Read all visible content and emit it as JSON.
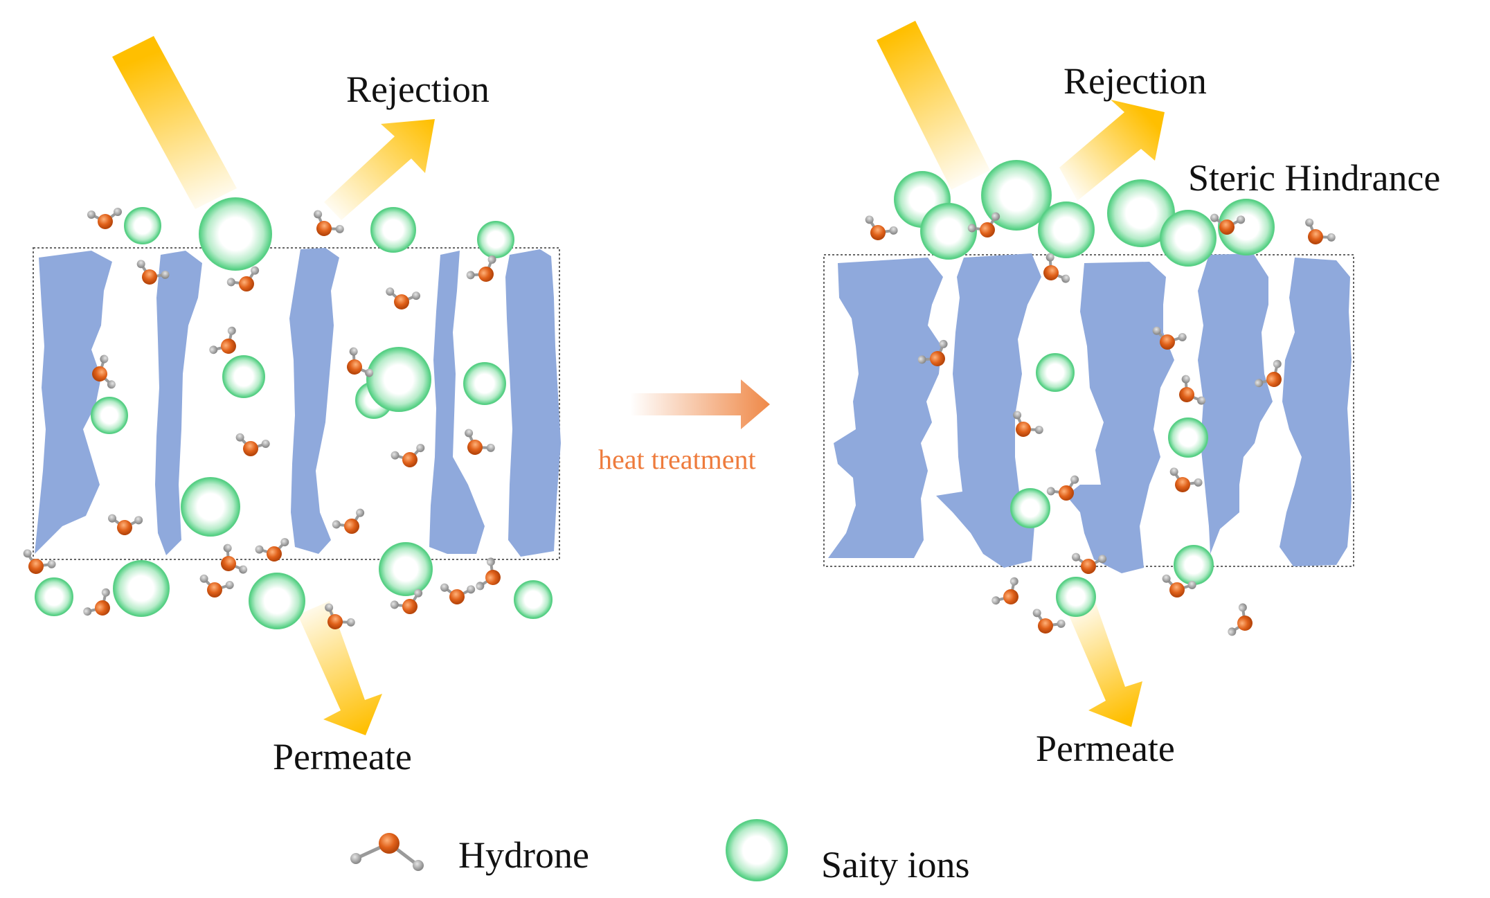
{
  "left_panel": {
    "rejection_label": "Rejection",
    "permeate_label": "Permeate"
  },
  "transition": {
    "label": "heat treatment"
  },
  "right_panel": {
    "rejection_label": "Rejection",
    "steric_label": "Steric Hindrance",
    "permeate_label": "Permeate"
  },
  "legend": {
    "items": [
      {
        "icon": "water-molecule-icon",
        "label": "Hydrone"
      },
      {
        "icon": "ion-sphere-icon",
        "label": "Saity ions"
      }
    ]
  },
  "colors": {
    "sheet": "#8fa9dc",
    "ion": "#5fd38c",
    "oxygen": "#e0611a",
    "hydrogen": "#9a9a9a",
    "arrow_yellow": "#ffbf00",
    "arrow_orange": "#ef8a4a",
    "heat_text": "#ee7b3c"
  }
}
